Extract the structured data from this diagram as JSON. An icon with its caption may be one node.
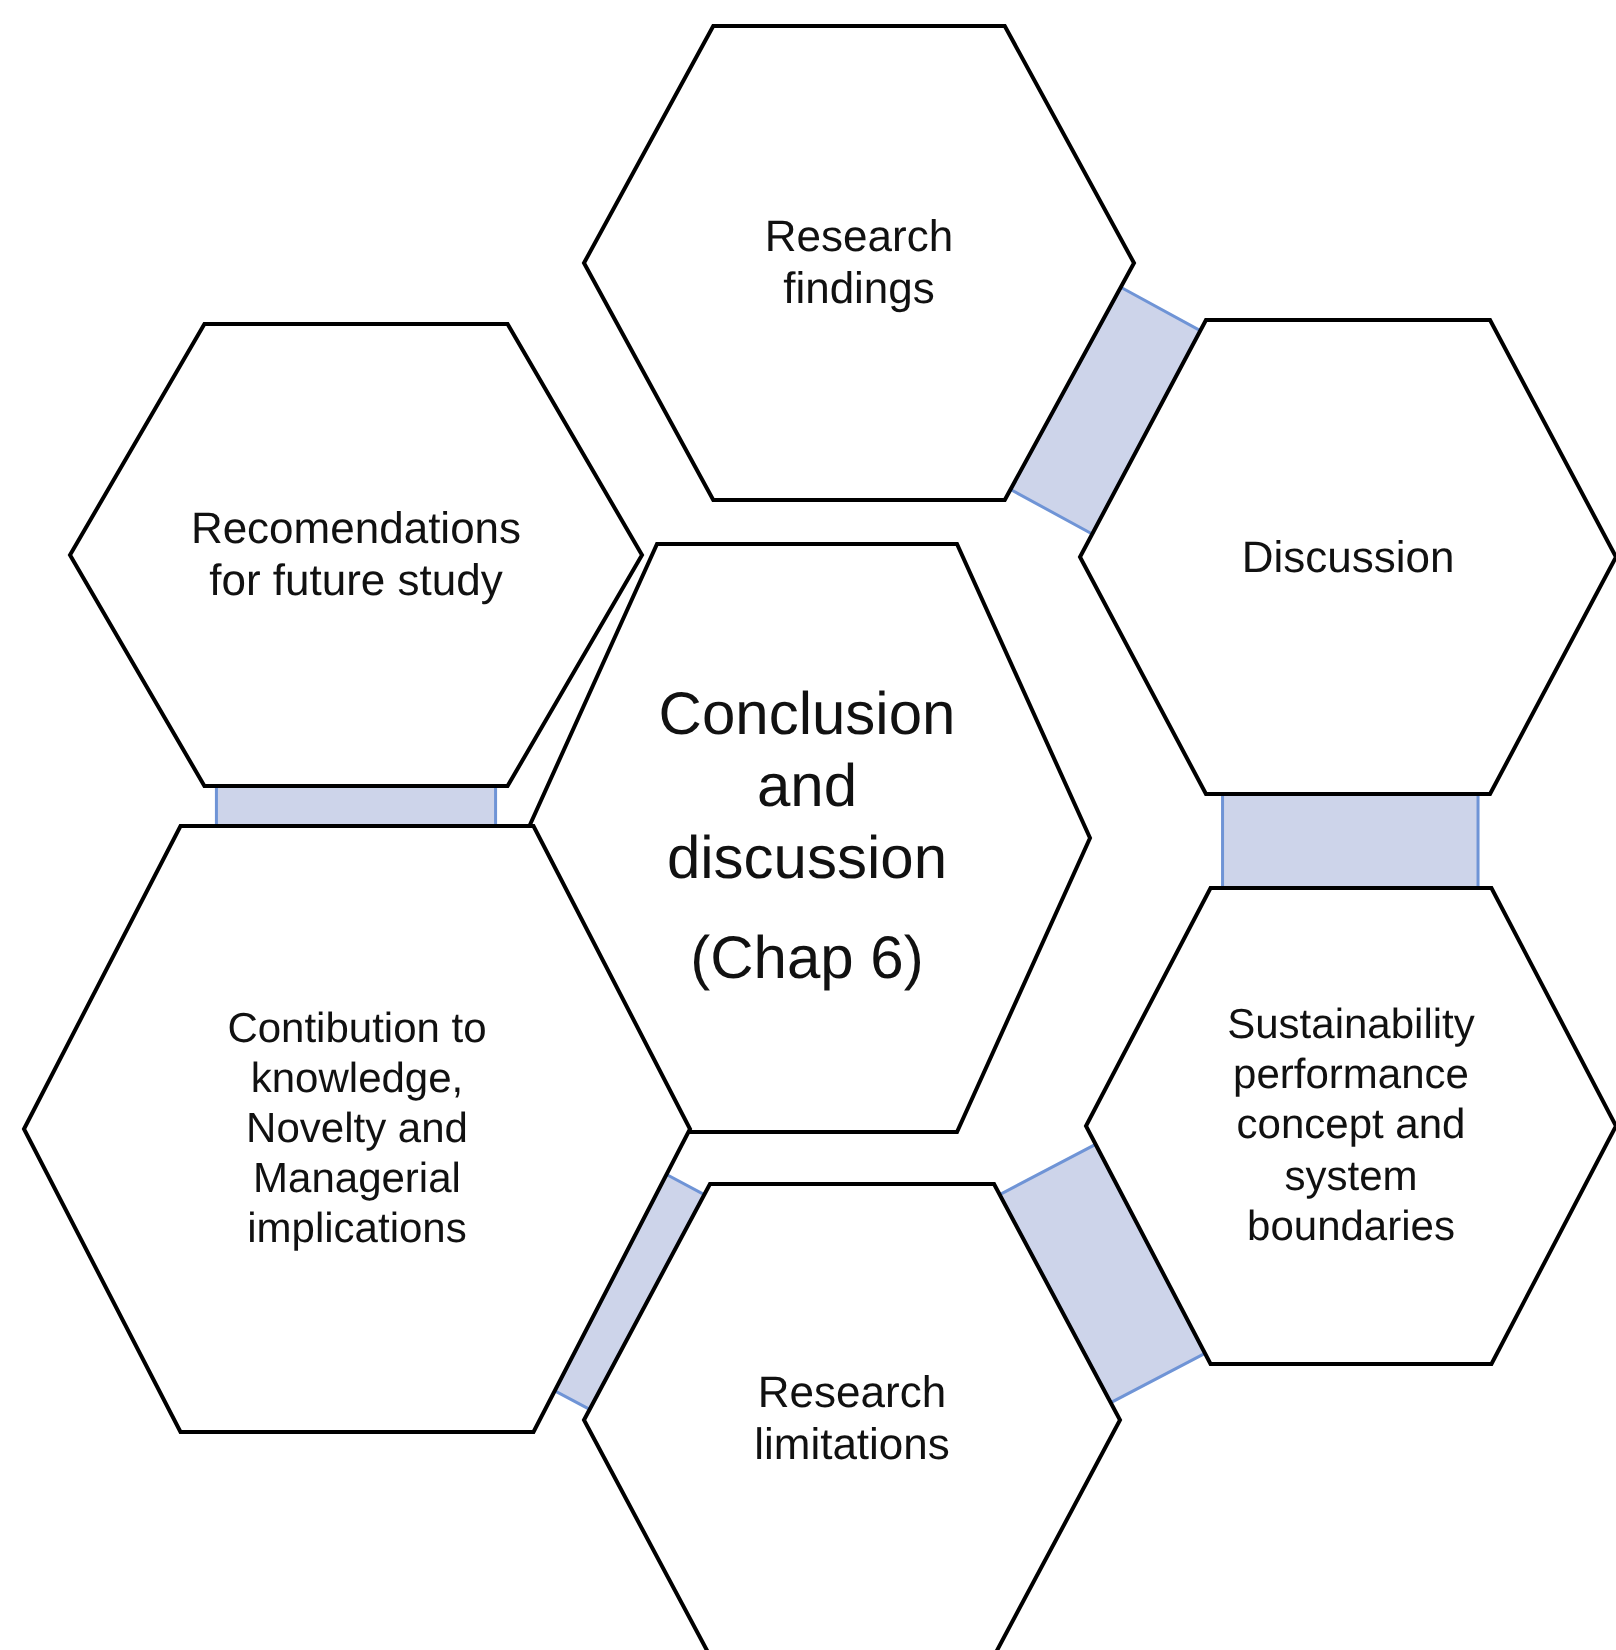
{
  "diagram": {
    "nodes": [
      {
        "text": [
          "Conclusion and discussion",
          "(Chap 6)"
        ]
      },
      {
        "text": [
          "Research findings"
        ]
      },
      {
        "text": [
          "Discussion"
        ]
      },
      {
        "text": [
          "Sustainability performance concept and system boundaries"
        ]
      },
      {
        "text": [
          "Research limitations"
        ]
      },
      {
        "text": [
          "Contibution to knowledge, Novelty and Managerial implications"
        ]
      },
      {
        "text": [
          "Recomendations for future study"
        ]
      }
    ],
    "edges": [
      {
        "from": 1,
        "to": 2,
        "arrow": "none"
      },
      {
        "from": 2,
        "to": 3,
        "arrow": "none"
      },
      {
        "from": 3,
        "to": 4,
        "arrow": "none"
      },
      {
        "from": 4,
        "to": 5,
        "arrow": "none"
      },
      {
        "from": 5,
        "to": 6,
        "arrow": "none"
      }
    ]
  }
}
